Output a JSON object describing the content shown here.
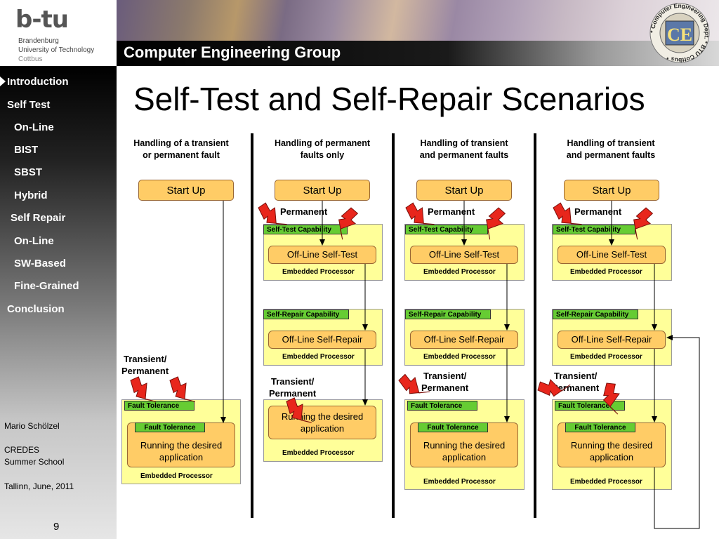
{
  "logo": {
    "name": "b-tu",
    "line1": "Brandenburg",
    "line2": "University of Technology",
    "line3": "Cottbus"
  },
  "header": {
    "group": "Computer Engineering Group",
    "ce_mark": "CE",
    "ring_text": "* Computer Engineering Dept. * BTU Cottbus *"
  },
  "sidebar": {
    "items": [
      {
        "label": "Introduction",
        "active": true
      },
      {
        "label": "Self Test"
      },
      {
        "label": "On-Line"
      },
      {
        "label": "BIST"
      },
      {
        "label": "SBST"
      },
      {
        "label": "Hybrid"
      },
      {
        "label": "Self Repair"
      },
      {
        "label": "On-Line"
      },
      {
        "label": "SW-Based"
      },
      {
        "label": "Fine-Grained"
      },
      {
        "label": "Conclusion"
      }
    ],
    "author": "Mario Schölzel",
    "event1": "CREDES",
    "event2": "Summer School",
    "place_date": "Tallinn, June, 2011",
    "page": "9"
  },
  "title": "Self-Test and Self-Repair Scenarios",
  "columns": [
    {
      "head1": "Handling of a transient",
      "head2": "or permanent fault",
      "start": "Start Up",
      "fault_label1": "Transient/",
      "fault_label2": "Permanent",
      "outer_tag": "Fault Tolerance",
      "inner_tag": "Fault Tolerance",
      "app1": "Running the desired",
      "app2": "application",
      "ep": "Embedded Processor"
    },
    {
      "head1": "Handling of permanent",
      "head2": "faults only",
      "start": "Start Up",
      "perm": "Permanent",
      "st_tag": "Self-Test Capability",
      "st_btn": "Off-Line Self-Test",
      "st_ep": "Embedded Processor",
      "sr_tag": "Self-Repair Capability",
      "sr_btn": "Off-Line Self-Repair",
      "sr_ep": "Embedded Processor",
      "fault_label1": "Transient/",
      "fault_label2": "Permanent",
      "app1": "Running the desired",
      "app2": "application",
      "ep": "Embedded Processor"
    },
    {
      "head1": "Handling of transient",
      "head2": "and permanent faults",
      "start": "Start Up",
      "perm": "Permanent",
      "st_tag": "Self-Test Capability",
      "st_btn": "Off-Line Self-Test",
      "st_ep": "Embedded Processor",
      "sr_tag": "Self-Repair Capability",
      "sr_btn": "Off-Line Self-Repair",
      "sr_ep": "Embedded Processor",
      "fault_label1": "Transient/",
      "fault_label2": "Permanent",
      "outer_tag": "Fault Tolerance",
      "inner_tag": "Fault Tolerance",
      "app1": "Running the desired",
      "app2": "application",
      "ep": "Embedded Processor"
    },
    {
      "head1": "Handling of transient",
      "head2": "and permanent faults",
      "start": "Start Up",
      "perm": "Permanent",
      "st_tag": "Self-Test Capability",
      "st_btn": "Off-Line Self-Test",
      "st_ep": "Embedded Processor",
      "sr_tag": "Self-Repair Capability",
      "sr_btn": "Off-Line Self-Repair",
      "sr_ep": "Embedded Processor",
      "fault_label1": "Transient/",
      "fault_label2": "Permanent",
      "outer_tag": "Fault Tolerance",
      "inner_tag": "Fault Tolerance",
      "app1": "Running the desired",
      "app2": "application",
      "ep": "Embedded Processor"
    }
  ],
  "colors": {
    "box": "#ffcc66",
    "panel": "#ffff99",
    "tag": "#66cc33",
    "bolt": "#e8261c"
  },
  "icons": [
    "lightning-bolt-icon",
    "ce-department-logo"
  ]
}
